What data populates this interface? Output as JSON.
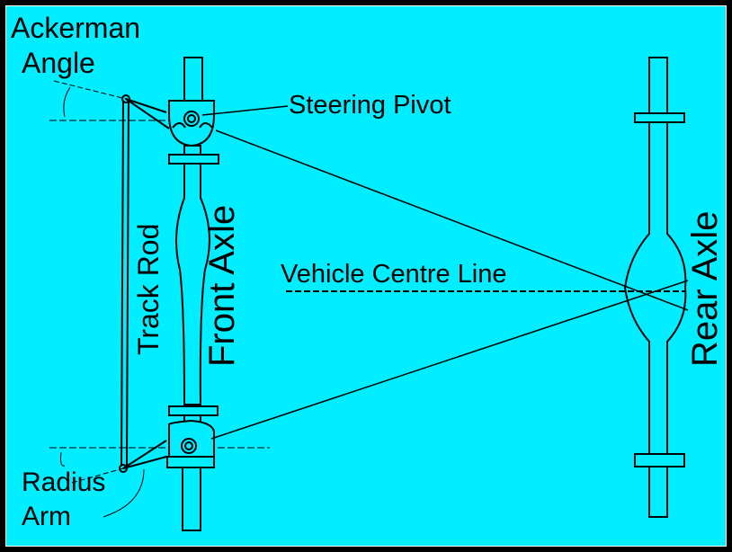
{
  "labels": {
    "ackerman": "Ackerman",
    "angle": "Angle",
    "steering_pivot": "Steering Pivot",
    "track_rod": "Track Rod",
    "front_axle": "Front Axle",
    "vehicle_centre_line": "Vehicle Centre Line",
    "rear_axle": "Rear Axle",
    "radius": "Radius",
    "arm": "Arm"
  },
  "colors": {
    "background": "#00eeff",
    "ink": "#000000",
    "frame": "#000000"
  }
}
